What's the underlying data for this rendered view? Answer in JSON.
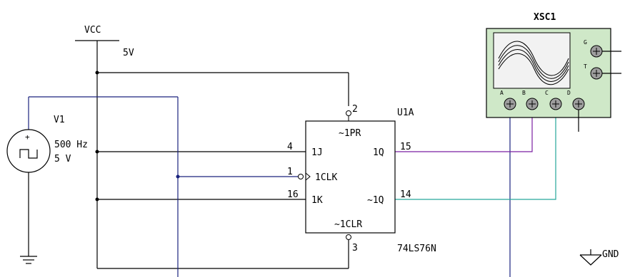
{
  "vcc": {
    "name": "VCC",
    "value": "5V"
  },
  "v1": {
    "name": "V1",
    "frequency": "500 Hz",
    "amplitude": "5 V"
  },
  "u1a": {
    "name": "U1A",
    "part": "74LS76N",
    "pins": {
      "pr_num": "2",
      "pr_label": "~1PR",
      "j_num": "4",
      "j_label": "1J",
      "clk_num": "1",
      "clk_label": "1CLK",
      "k_num": "16",
      "k_label": "1K",
      "q_num": "15",
      "q_label": "1Q",
      "qn_num": "14",
      "qn_label": "~1Q",
      "clr_num": "3",
      "clr_label": "~1CLR"
    }
  },
  "xsc1": {
    "name": "XSC1",
    "channels": {
      "a": "A",
      "b": "B",
      "c": "C",
      "d": "D",
      "g": "G",
      "t": "T"
    }
  },
  "gnd": {
    "label": "GND"
  },
  "colors": {
    "wire_black": "#000000",
    "wire_blue": "#1a237e",
    "wire_purple": "#7b1fa2",
    "wire_teal": "#26a69a",
    "scope_body": "#cfe8c8",
    "scope_screen": "#f2f2f2"
  }
}
